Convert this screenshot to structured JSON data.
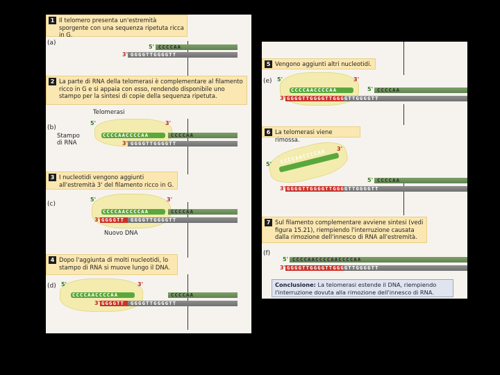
{
  "left_panel": {
    "step1": {
      "num": "1",
      "text": "Il telomero presenta un'estremità sporgente con una sequenza ripetuta ricca in G."
    },
    "step2": {
      "num": "2",
      "text": "La parte di RNA della telomerasi è complementare al filamento ricco in G e si appaia con esso, rendendo disponibile uno stampo per la sintesi di copie della sequenza ripetuta."
    },
    "step3": {
      "num": "3",
      "text": "I nucleotidi vengono aggiunti all'estremità 3' del filamento ricco in G."
    },
    "step4": {
      "num": "4",
      "text": "Dopo l'aggiunta di molti nucleotidi, lo stampo di RNA si muove lungo il DNA."
    },
    "part_a": "(a)",
    "part_b": "(b)",
    "part_c": "(c)",
    "part_d": "(d)",
    "label_telomerasi": "Telomerasi",
    "label_stampo": "Stampo di RNA",
    "label_nuovo_dna": "Nuovo DNA",
    "a_top": "CCCCAA",
    "a_bottom": "GGGGTTGGGGTT",
    "b_rna": "CCCCAACCCCAA",
    "b_top": "CCCCAA",
    "b_bottom": "GGGGTTGGGGTT",
    "c_rna": "CCCCAACCCCAA",
    "c_top": "CCCCAA",
    "c_new": "GGGGTT",
    "c_bottom": "GGGGTTGGGGTT",
    "d_rna": "CCCCAACCCCAA",
    "d_top": "CCCCAA",
    "d_new": "GGGGTT",
    "d_bottom": "GGGGTTGGGGTT",
    "end5": "5'",
    "end3": "3'"
  },
  "right_panel": {
    "step5": {
      "num": "5",
      "text": "Vengono aggiunti altri nucleotidi."
    },
    "step6": {
      "num": "6",
      "text": "La telomerasi viene rimossa."
    },
    "step7": {
      "num": "7",
      "text": "Sul filamento complementare avviene sintesi (vedi figura 15.21), riempiendo l'interruzione causata dalla rimozione dell'innesco di RNA all'estremità."
    },
    "part_e": "(e)",
    "part_f": "(f)",
    "e_rna": "CCCCAACCCCAA",
    "e_top": "CCCCAA",
    "e_bottom": "GGGGTTGGGGTTGGGGTTGGGGTT",
    "enz6_rna": "CCCCAACCCCAA",
    "g_top": "CCCCAA",
    "g_bottom": "GGGGTTGGGGTTGGGGTTGGGGTT",
    "f_top": "CCCCAACCCCAACCCCAA",
    "f_bottom": "GGGGTTGGGGTTGGGGTTGGGGTT",
    "conclusion_bold": "Conclusione:",
    "conclusion_text": "La telomerasi estende il DNA, riempiendo l'interruzione dovuta alla rimozione dell'innesco di RNA.",
    "end5": "5'",
    "end3": "3'"
  }
}
